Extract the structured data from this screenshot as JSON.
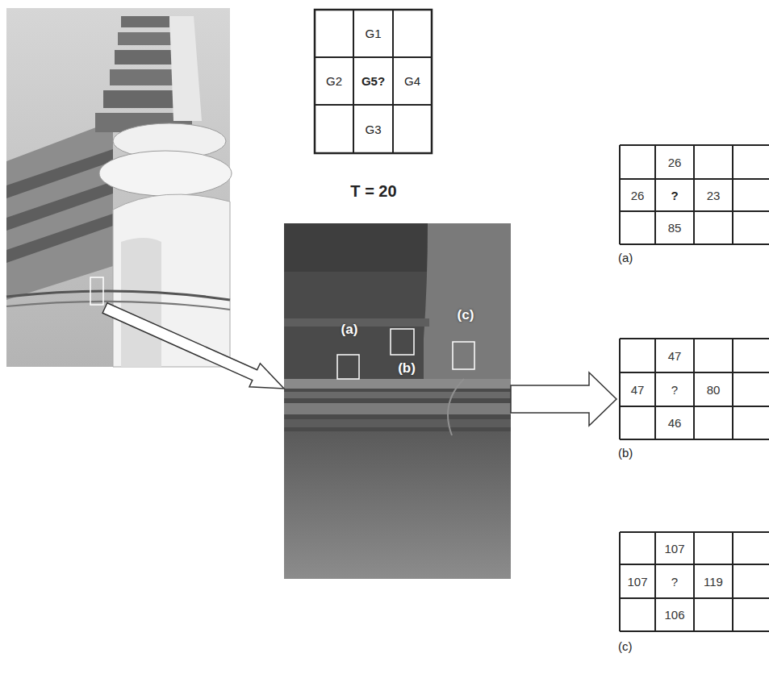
{
  "diagram": {
    "labels": [
      "G1",
      "G2",
      "G5?",
      "G4",
      "G3",
      "T = 20",
      "(a)",
      "(c)",
      "(b)",
      "26",
      "26",
      "?",
      "23",
      "85",
      "(a)",
      "47",
      "47",
      "?",
      "80",
      "46",
      "(b)",
      "107",
      "107",
      "?",
      "119",
      "106",
      "(c)"
    ]
  }
}
